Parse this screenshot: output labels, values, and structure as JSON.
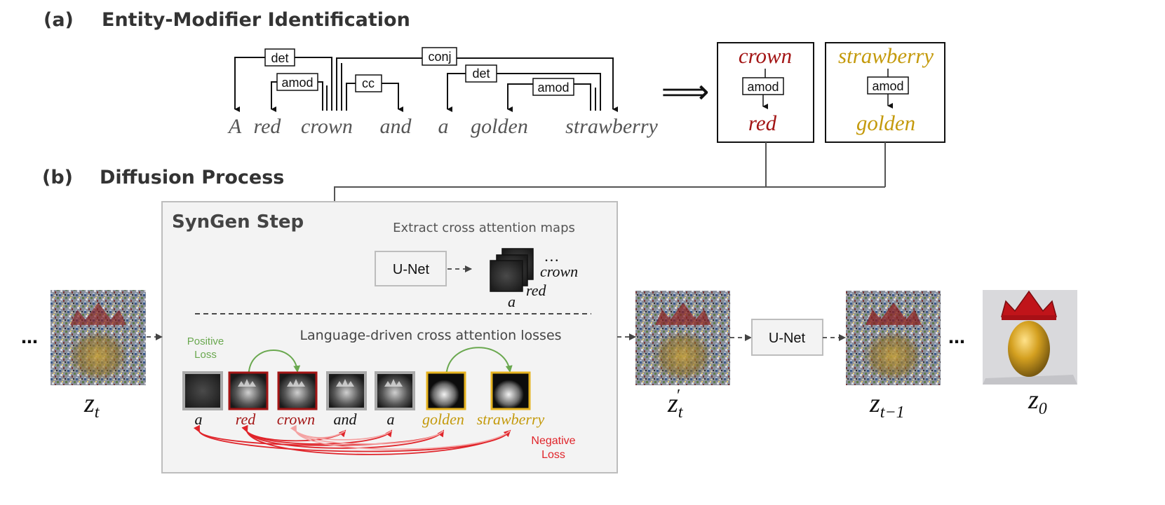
{
  "section_a": {
    "letter": "(a)",
    "title": "Entity-Modifier Identification"
  },
  "section_b": {
    "letter": "(b)",
    "title": "Diffusion Process"
  },
  "sentence": [
    "A",
    "red",
    "crown",
    "and",
    "a",
    "golden",
    "strawberry"
  ],
  "dependency_labels": {
    "det1": "det",
    "amod1": "amod",
    "conj": "conj",
    "cc": "cc",
    "det2": "det",
    "amod2": "amod"
  },
  "implies_symbol": "⟹",
  "pairs": [
    {
      "entity": "crown",
      "relation": "amod",
      "modifier": "red",
      "color": "#a31515"
    },
    {
      "entity": "strawberry",
      "relation": "amod",
      "modifier": "golden",
      "color": "#c49a0c"
    }
  ],
  "syngen": {
    "title": "SynGen Step",
    "extract_label": "Extract cross attention maps",
    "unet_label": "U-Net",
    "stack_labels": {
      "dots": "…",
      "crown": "crown",
      "red": "red",
      "a": "a"
    },
    "loss_label": "Language-driven cross attention losses",
    "positive_loss": {
      "line1": "Positive",
      "line2": "Loss",
      "color": "#6aa84f"
    },
    "negative_loss": {
      "line1": "Negative",
      "line2": "Loss",
      "color": "#e0242a"
    },
    "map_words": [
      "a",
      "red",
      "crown",
      "and",
      "a",
      "golden",
      "strawberry"
    ]
  },
  "pipeline": {
    "ellipsis": "…",
    "unet_label": "U-Net",
    "latents": {
      "zt": "z",
      "zt_sub": "t",
      "zt_prime": "z",
      "zt_prime_sub": "t",
      "zt1": "z",
      "zt1_sub": "t−1",
      "z0": "z",
      "z0_sub": "0"
    }
  },
  "colors": {
    "red": "#a31515",
    "gold": "#c49a0c",
    "green": "#6aa84f",
    "neg_red": "#e0242a",
    "panel_bg": "#f3f3f3"
  }
}
